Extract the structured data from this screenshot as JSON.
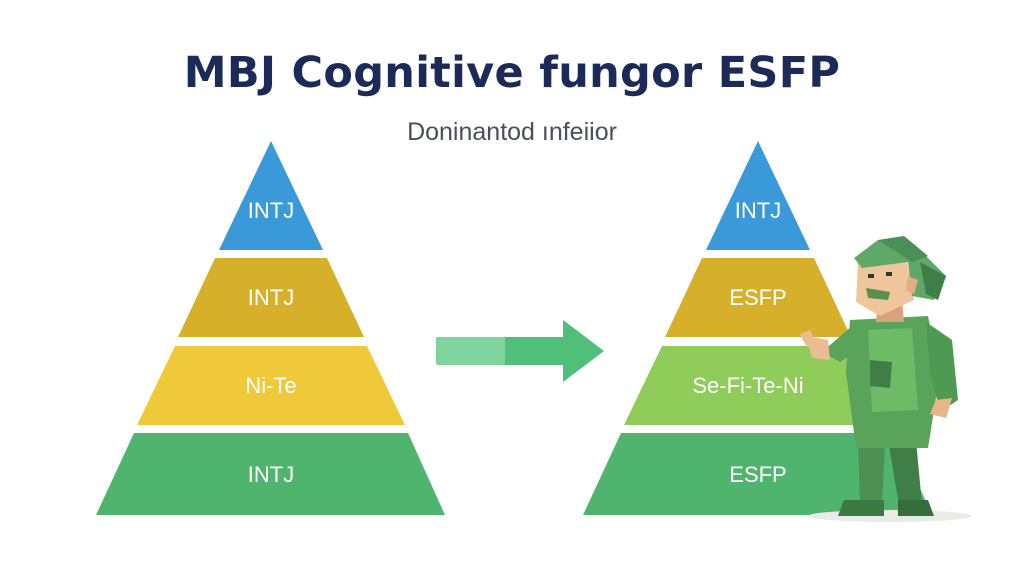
{
  "header": {
    "title": "MBJ Cognitive fungor ESFP",
    "subtitle": "Doninantod ınfeiior"
  },
  "left_pyramid": {
    "tiers": [
      {
        "label": "INTJ",
        "color": "#3a9ad9"
      },
      {
        "label": "INTJ",
        "color": "#d7b02b"
      },
      {
        "label": "Ni-Te",
        "color": "#f0c93a"
      },
      {
        "label": "INTJ",
        "color": "#4fb56e"
      }
    ]
  },
  "right_pyramid": {
    "tiers": [
      {
        "label": "INTJ",
        "color": "#3a9ad9"
      },
      {
        "label": "ESFP",
        "color": "#d7b02b"
      },
      {
        "label": "Se-Fi-Te-Ni",
        "color": "#8fcc5a"
      },
      {
        "label": "ESFP",
        "color": "#4fb56e"
      }
    ]
  },
  "colors": {
    "arrow": "#4fbf7a",
    "arrow_light": "#7fd39c",
    "title": "#1b2a57",
    "character_green": "#5aa35a",
    "character_dark": "#3f7f47"
  }
}
